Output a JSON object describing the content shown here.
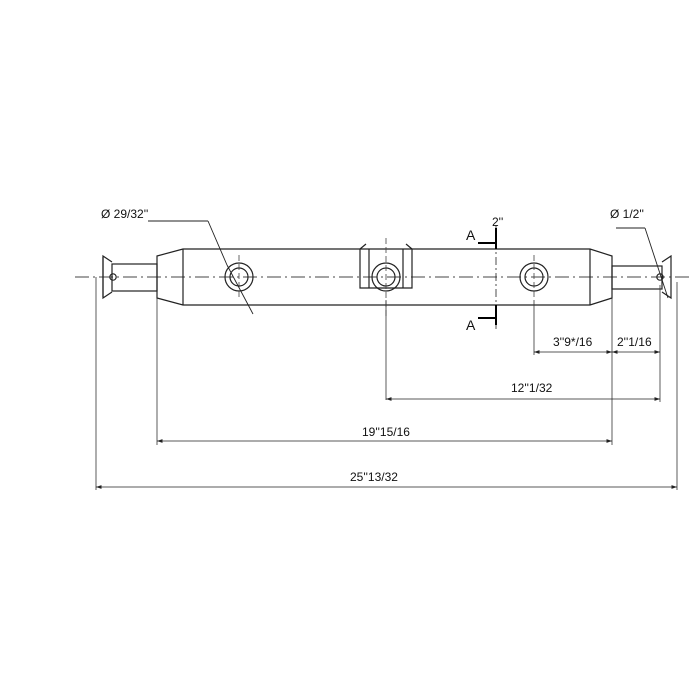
{
  "diagram": {
    "labels": {
      "hole_diameter": "Ø 29/32''",
      "pin_diameter": "Ø 1/2''",
      "section_marker_top": "A",
      "section_marker_bottom": "A",
      "lug_width": "2''",
      "dim_hole_offset": "3''9*/16",
      "dim_end_offset": "2''1/16",
      "dim_center_to_end": "12''1/32",
      "dim_body_length": "19''15/16",
      "dim_overall_length": "25''13/32"
    }
  }
}
